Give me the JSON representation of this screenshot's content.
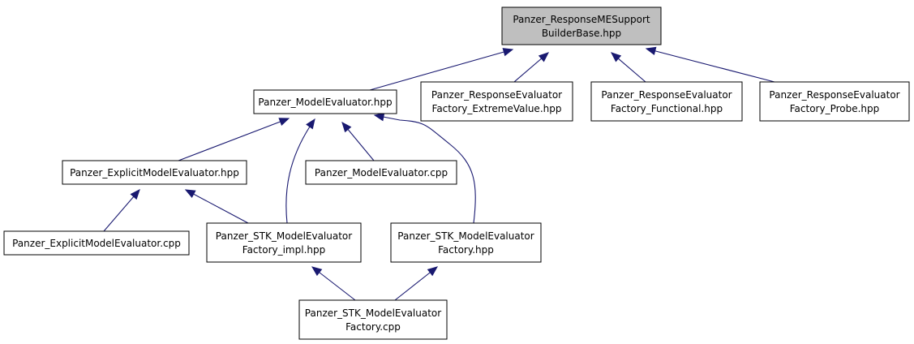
{
  "graph": {
    "edge_color": "#191970",
    "root_fill": "#bfbfbf",
    "nodes": [
      {
        "id": "root",
        "lines": [
          "Panzer_ResponseMESupport",
          "BuilderBase.hpp"
        ],
        "highlighted": true
      },
      {
        "id": "me_hpp",
        "lines": [
          "Panzer_ModelEvaluator.hpp"
        ]
      },
      {
        "id": "rf_extreme",
        "lines": [
          "Panzer_ResponseEvaluator",
          "Factory_ExtremeValue.hpp"
        ]
      },
      {
        "id": "rf_functional",
        "lines": [
          "Panzer_ResponseEvaluator",
          "Factory_Functional.hpp"
        ]
      },
      {
        "id": "rf_probe",
        "lines": [
          "Panzer_ResponseEvaluator",
          "Factory_Probe.hpp"
        ]
      },
      {
        "id": "explicit_hpp",
        "lines": [
          "Panzer_ExplicitModelEvaluator.hpp"
        ]
      },
      {
        "id": "me_cpp",
        "lines": [
          "Panzer_ModelEvaluator.cpp"
        ]
      },
      {
        "id": "explicit_cpp",
        "lines": [
          "Panzer_ExplicitModelEvaluator.cpp"
        ]
      },
      {
        "id": "stk_impl",
        "lines": [
          "Panzer_STK_ModelEvaluator",
          "Factory_impl.hpp"
        ]
      },
      {
        "id": "stk_hpp",
        "lines": [
          "Panzer_STK_ModelEvaluator",
          "Factory.hpp"
        ]
      },
      {
        "id": "stk_cpp",
        "lines": [
          "Panzer_STK_ModelEvaluator",
          "Factory.cpp"
        ]
      }
    ],
    "edges": [
      {
        "from": "me_hpp",
        "to": "root"
      },
      {
        "from": "rf_extreme",
        "to": "root"
      },
      {
        "from": "rf_functional",
        "to": "root"
      },
      {
        "from": "rf_probe",
        "to": "root"
      },
      {
        "from": "explicit_hpp",
        "to": "me_hpp"
      },
      {
        "from": "me_cpp",
        "to": "me_hpp"
      },
      {
        "from": "stk_impl",
        "to": "me_hpp"
      },
      {
        "from": "stk_hpp",
        "to": "me_hpp"
      },
      {
        "from": "explicit_cpp",
        "to": "explicit_hpp"
      },
      {
        "from": "stk_impl",
        "to": "explicit_hpp"
      },
      {
        "from": "stk_cpp",
        "to": "stk_impl"
      },
      {
        "from": "stk_cpp",
        "to": "stk_hpp"
      }
    ]
  }
}
